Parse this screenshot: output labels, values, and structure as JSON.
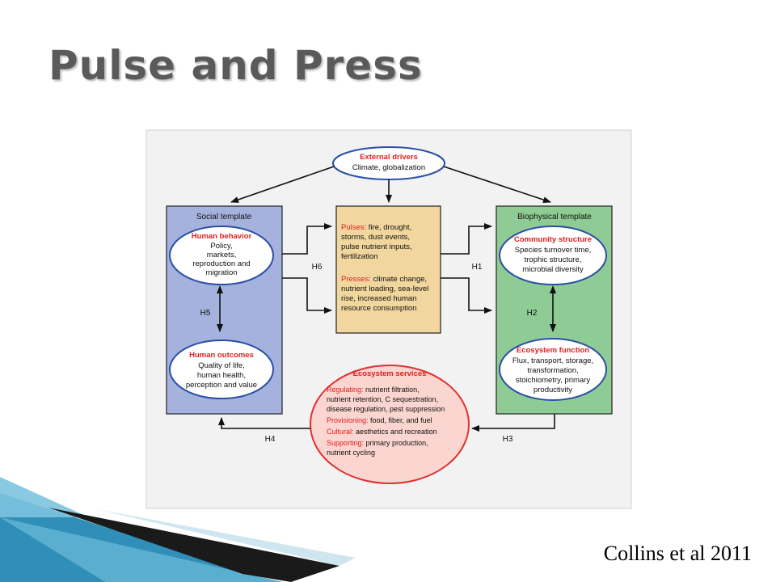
{
  "slide": {
    "title": "Pulse and Press",
    "citation": "Collins et al 2011"
  },
  "diagram": {
    "external": {
      "title": "External drivers",
      "text": "Climate, globalization"
    },
    "social": {
      "header": "Social template",
      "behavior_title": "Human behavior",
      "behavior_lines": [
        "Policy,",
        "markets,",
        "reproduction and",
        "migration"
      ],
      "outcomes_title": "Human outcomes",
      "outcomes_lines": [
        "Quality of life,",
        "human health,",
        "perception and value"
      ]
    },
    "center": {
      "pulses_label": "Pulses:",
      "pulses_lines": [
        " fire, drought,",
        "storms, dust events,",
        "pulse nutrient inputs,",
        "fertilization"
      ],
      "presses_label": "Presses:",
      "presses_lines": [
        " climate change,",
        "nutrient loading, sea-level",
        "rise, increased human",
        "resource consumption"
      ]
    },
    "biophysical": {
      "header": "Biophysical template",
      "community_title": "Community structure",
      "community_lines": [
        "Species turnover time,",
        "trophic structure,",
        "microbial diversity"
      ],
      "function_title": "Ecosystem function",
      "function_lines": [
        "Flux, transport, storage,",
        "transformation,",
        "stoichiometry, primary",
        "productivity"
      ]
    },
    "services": {
      "title": "Ecosystem services",
      "regulating_label": "Regulating:",
      "regulating_lines": [
        " nutrient filtration,",
        "nutrient retention, C sequestration,",
        "disease regulation, pest suppression"
      ],
      "provisioning_label": "Provisioning:",
      "provisioning_text": " food, fiber, and fuel",
      "cultural_label": "Cultural:",
      "cultural_text": " aesthetics and recreation",
      "supporting_label": "Supporting:",
      "supporting_lines": [
        " primary production,",
        "nutrient cycling"
      ]
    },
    "hypotheses": {
      "h1": "H1",
      "h2": "H2",
      "h3": "H3",
      "h4": "H4",
      "h5": "H5",
      "h6": "H6"
    },
    "colors": {
      "social_fill": "#a6b2de",
      "center_fill": "#f1d79e",
      "bio_fill": "#8fcb95",
      "services_fill": "#fbd5cf",
      "ellipse_outline": "#2a4fa6",
      "services_outline": "#e03030",
      "label_red": "#e02020",
      "title_gray": "#5a5a5a"
    }
  }
}
